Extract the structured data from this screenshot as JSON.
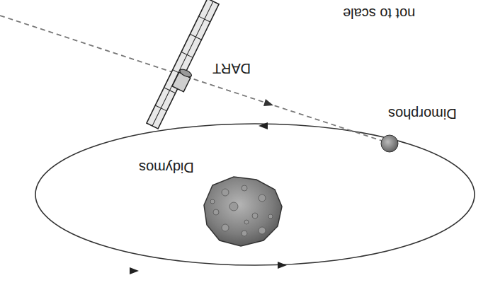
{
  "diagram": {
    "labels": [
      "not to scale",
      "DART",
      "Dimorphos",
      "Didymos"
    ]
  }
}
